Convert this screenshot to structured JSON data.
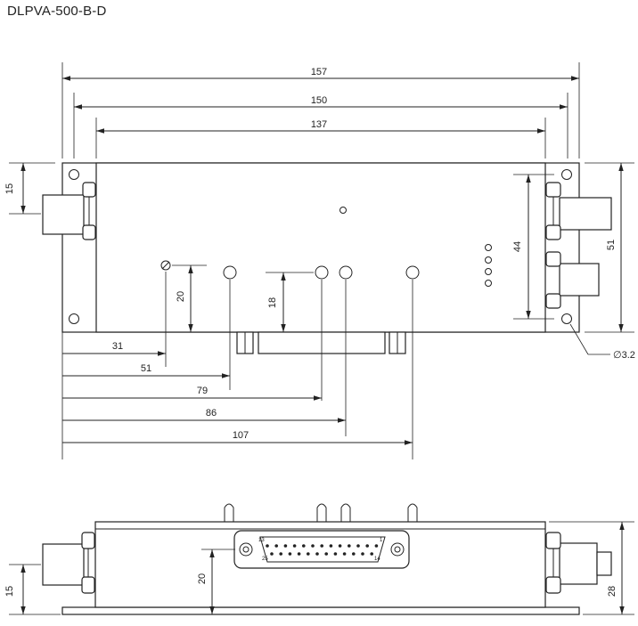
{
  "title": "DLPVA-500-B-D",
  "dimensions": {
    "overall_length": "157",
    "hole_spacing": "150",
    "body_length": "137",
    "height_overall": "51",
    "height_inner": "44",
    "connector_offset_top": "15",
    "connector_offset_side": "15",
    "side_height": "28",
    "pos_31": "31",
    "pos_51": "51",
    "pos_79": "79",
    "pos_86": "86",
    "pos_107": "107",
    "trim_height": "20",
    "conn_height": "18",
    "dsub_height": "20",
    "hole_diameter": "∅3.2"
  },
  "dsub": {
    "pin_top_first": "13",
    "pin_top_last": "1",
    "pin_bottom_first": "25",
    "pin_bottom_last": "14"
  }
}
